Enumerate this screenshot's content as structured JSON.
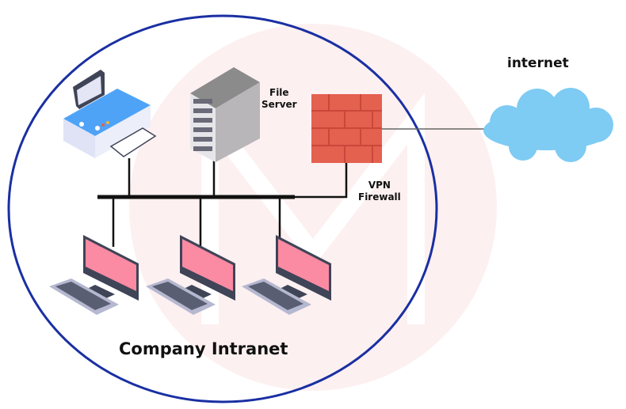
{
  "labels": {
    "internet": "internet",
    "file_server_line1": "File",
    "file_server_line2": "Server",
    "vpn_line1": "VPN",
    "vpn_line2": "Firewall",
    "intranet_title": "Company Intranet"
  },
  "colors": {
    "boundary": "#1a2fa3",
    "cloud": "#7ecbf3",
    "firewall": "#e4604f",
    "screen": "#fb8aa3",
    "watermark": "#fdf0f0"
  }
}
